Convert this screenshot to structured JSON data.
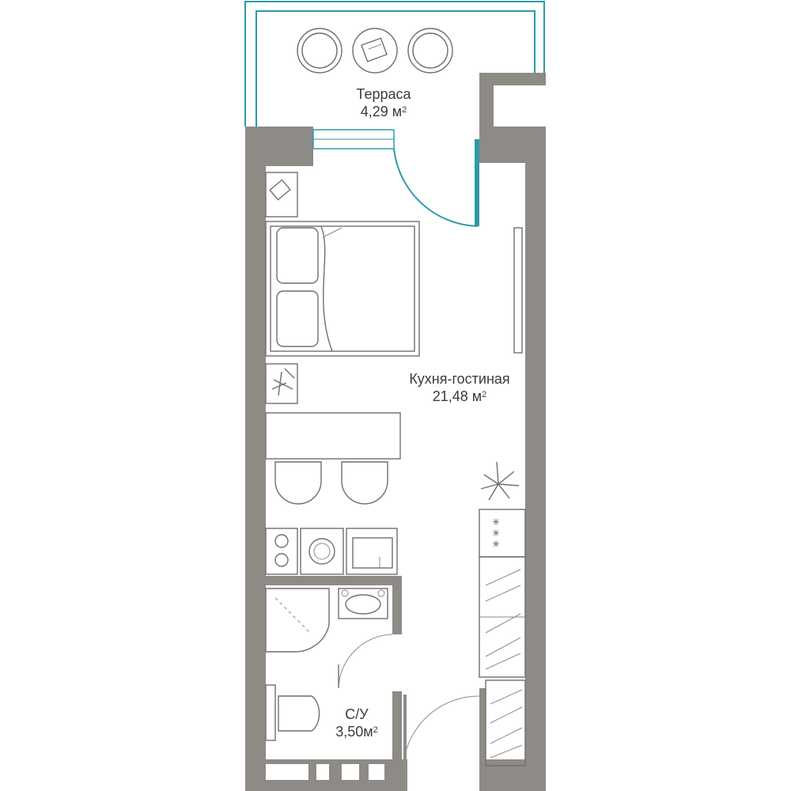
{
  "rooms": {
    "terrace": {
      "name": "Терраса",
      "area": "4,29 м",
      "sup": "2"
    },
    "living": {
      "name": "Кухня-гостиная",
      "area": "21,48 м",
      "sup": "2"
    },
    "bathroom": {
      "name": "С/У",
      "area": "3,50м",
      "sup": "2"
    }
  },
  "colors": {
    "wall": "#8e8a86",
    "glass": "#2e9aa6",
    "line": "#6e6e6e",
    "background": "#ffffff"
  }
}
